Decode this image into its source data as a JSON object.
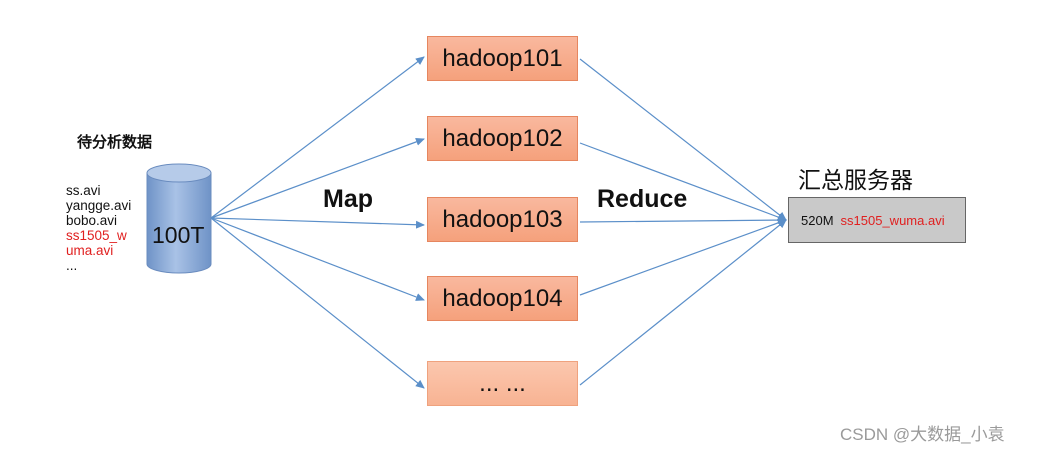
{
  "source_label": "待分析数据",
  "files": [
    {
      "text": "ss.avi",
      "highlight": false
    },
    {
      "text": "yangge.avi",
      "highlight": false
    },
    {
      "text": "bobo.avi",
      "highlight": false
    },
    {
      "text": "ss1505_w",
      "highlight": true
    },
    {
      "text": "uma.avi",
      "highlight": true
    },
    {
      "text": "...",
      "highlight": false
    }
  ],
  "storage_label": "100T",
  "map_label": "Map",
  "reduce_label": "Reduce",
  "nodes": [
    "hadoop101",
    "hadoop102",
    "hadoop103",
    "hadoop104",
    "... ..."
  ],
  "server": {
    "title": "汇总服务器",
    "size": "520M",
    "file": "ss1505_wuma.avi"
  },
  "watermark": "CSDN @大数据_小袁",
  "colors": {
    "node_fill": "#f5a17c",
    "node_border": "#e6865f",
    "cylinder": "#87a9d6",
    "arrow": "#5b8fc9",
    "highlight_text": "#e02020",
    "server_fill": "#c9c9c9"
  }
}
